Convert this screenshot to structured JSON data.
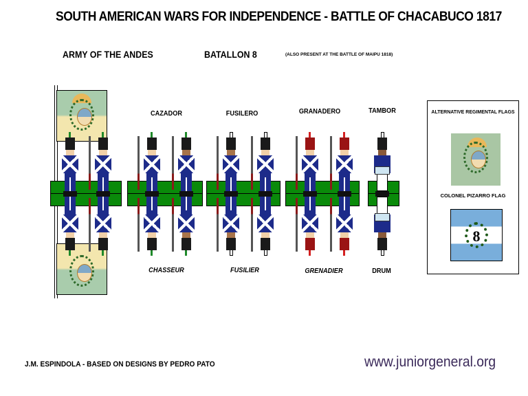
{
  "header": {
    "title": "SOUTH AMERICAN WARS FOR INDEPENDENCE - BATTLE OF CHACABUCO 1817",
    "army": "ARMY OF THE ANDES",
    "unit": "BATALLON 8",
    "note": "(ALSO PRESENT AT THE BATTLE OF MAIPU 1818)"
  },
  "groups": [
    {
      "label_top": "",
      "label_bottom": "",
      "type": "colour-party"
    },
    {
      "label_top": "CAZADOR",
      "label_bottom": "CHASSEUR",
      "type": "chasseur"
    },
    {
      "label_top": "FUSILERO",
      "label_bottom": "FUSILIER",
      "type": "fusilier"
    },
    {
      "label_top": "GRANADERO",
      "label_bottom": "GRENADIER",
      "type": "grenadier"
    },
    {
      "label_top": "TAMBOR",
      "label_bottom": "DRUM",
      "type": "drummer"
    }
  ],
  "alternative_flags": {
    "heading": "ALTERNATIVE REGIMENTAL FLAGS",
    "flag1_caption": "COLONEL PIZARRO FLAG",
    "flag2_number": "8"
  },
  "footer": {
    "credit": "J.M. ESPINDOLA - BASED ON DESIGNS BY PEDRO PATO",
    "url": "www.juniorgeneral.org"
  },
  "colors": {
    "base_green": "#0a8a0a",
    "coat_blue": "#1d2b8a",
    "flag_light_blue": "#79aedb",
    "url_color": "#3b2a5a"
  }
}
